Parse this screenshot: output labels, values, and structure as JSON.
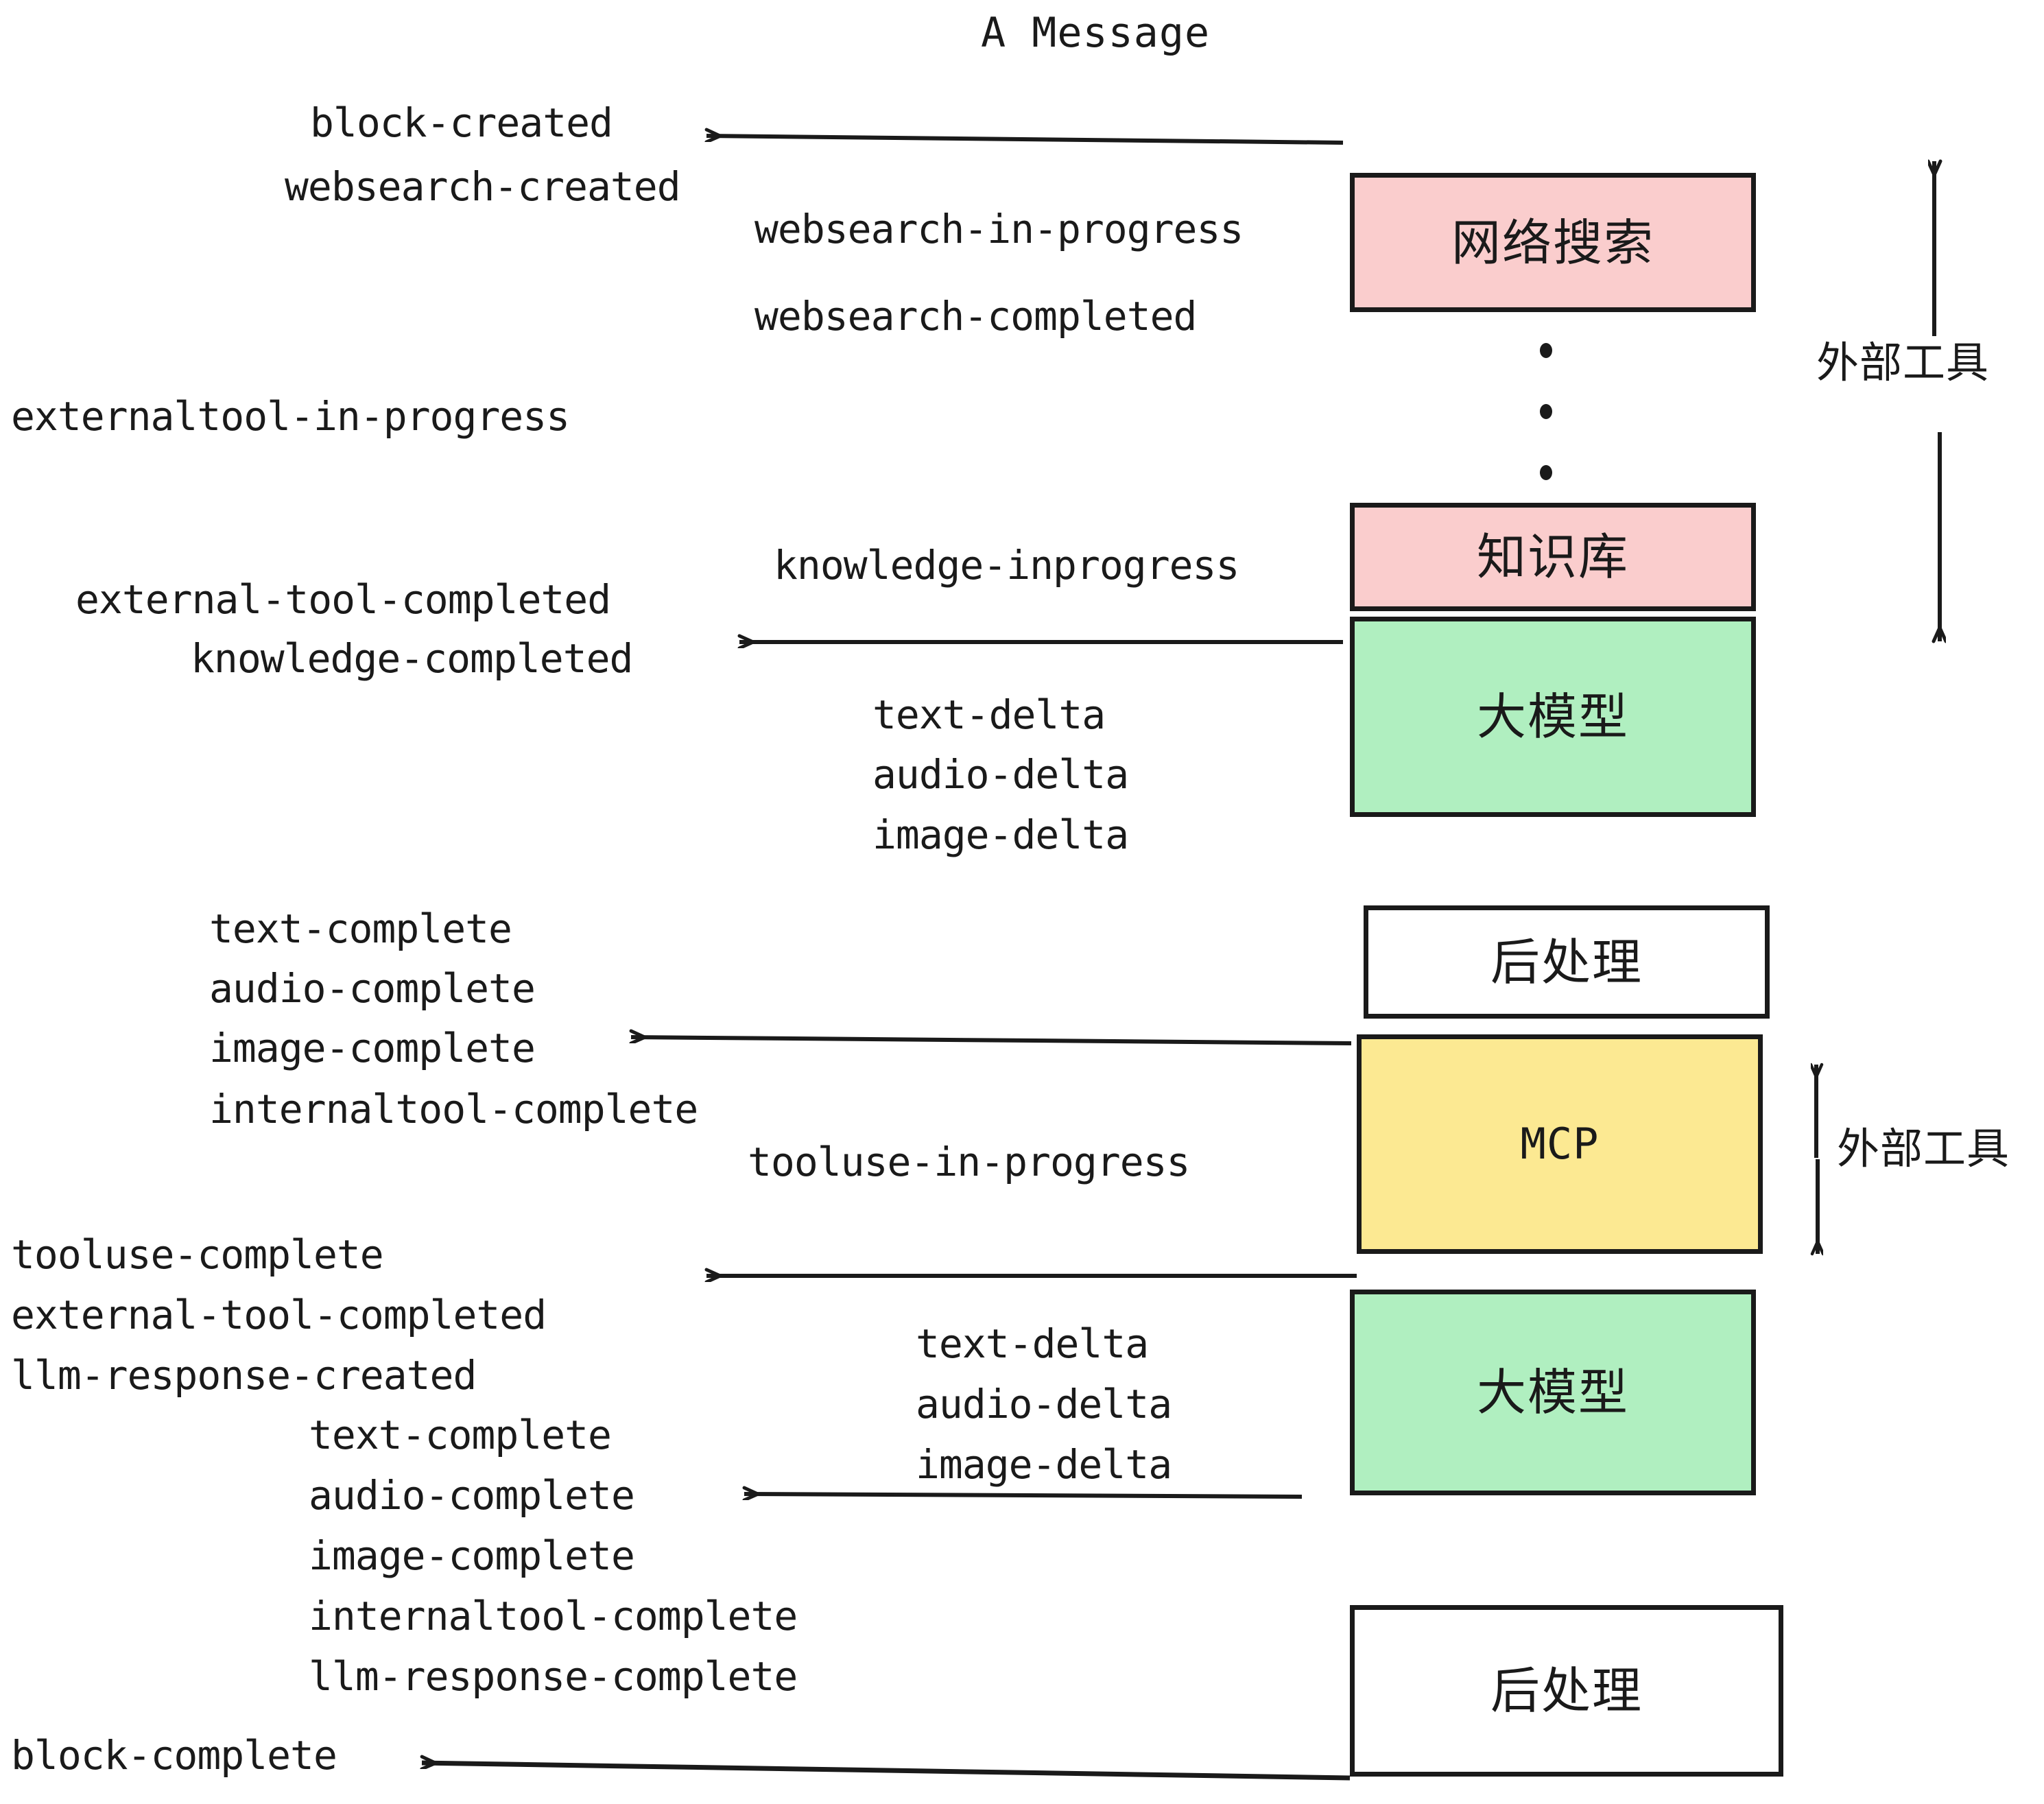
{
  "diagram": {
    "title": "A Message",
    "colors": {
      "pink": "#FACDCD",
      "green": "#B0EFC0",
      "yellow": "#FCE992",
      "white": "#FFFFFF",
      "stroke": "#1A1A1A"
    }
  },
  "nodes": [
    {
      "id": "websearch",
      "label": "网络搜索",
      "fill": "#FACDCD"
    },
    {
      "id": "knowledge",
      "label": "知识库",
      "fill": "#FACDCD"
    },
    {
      "id": "llm-1",
      "label": "大模型",
      "fill": "#B0EFC0"
    },
    {
      "id": "postprocess-1",
      "label": "后处理",
      "fill": "#FFFFFF"
    },
    {
      "id": "mcp",
      "label": "MCP",
      "fill": "#FCE992"
    },
    {
      "id": "llm-2",
      "label": "大模型",
      "fill": "#B0EFC0"
    },
    {
      "id": "postprocess-2",
      "label": "后处理",
      "fill": "#FFFFFF"
    }
  ],
  "side_labels": [
    {
      "id": "external-tool-top",
      "text": "外部工具"
    },
    {
      "id": "external-tool-bottom",
      "text": "外部工具"
    }
  ],
  "events": [
    {
      "id": "e01",
      "text": "block-created"
    },
    {
      "id": "e02",
      "text": "websearch-created"
    },
    {
      "id": "e03",
      "text": "websearch-in-progress"
    },
    {
      "id": "e04",
      "text": "websearch-completed"
    },
    {
      "id": "e05",
      "text": "externaltool-in-progress"
    },
    {
      "id": "e06",
      "text": "knowledge-inprogress"
    },
    {
      "id": "e07",
      "text": "external-tool-completed"
    },
    {
      "id": "e08",
      "text": "knowledge-completed"
    },
    {
      "id": "e09",
      "text": "text-delta"
    },
    {
      "id": "e10",
      "text": "audio-delta"
    },
    {
      "id": "e11",
      "text": "image-delta"
    },
    {
      "id": "e12",
      "text": "text-complete"
    },
    {
      "id": "e13",
      "text": "audio-complete"
    },
    {
      "id": "e14",
      "text": "image-complete"
    },
    {
      "id": "e15",
      "text": "internaltool-complete"
    },
    {
      "id": "e16",
      "text": "tooluse-in-progress"
    },
    {
      "id": "e17",
      "text": "tooluse-complete"
    },
    {
      "id": "e18",
      "text": "external-tool-completed"
    },
    {
      "id": "e19",
      "text": "llm-response-created"
    },
    {
      "id": "e20",
      "text": "text-complete"
    },
    {
      "id": "e21",
      "text": "audio-complete"
    },
    {
      "id": "e22",
      "text": "image-complete"
    },
    {
      "id": "e23",
      "text": "internaltool-complete"
    },
    {
      "id": "e24",
      "text": "llm-response-complete"
    },
    {
      "id": "e25",
      "text": "text-delta"
    },
    {
      "id": "e26",
      "text": "audio-delta"
    },
    {
      "id": "e27",
      "text": "image-delta"
    },
    {
      "id": "e28",
      "text": "block-complete"
    }
  ]
}
